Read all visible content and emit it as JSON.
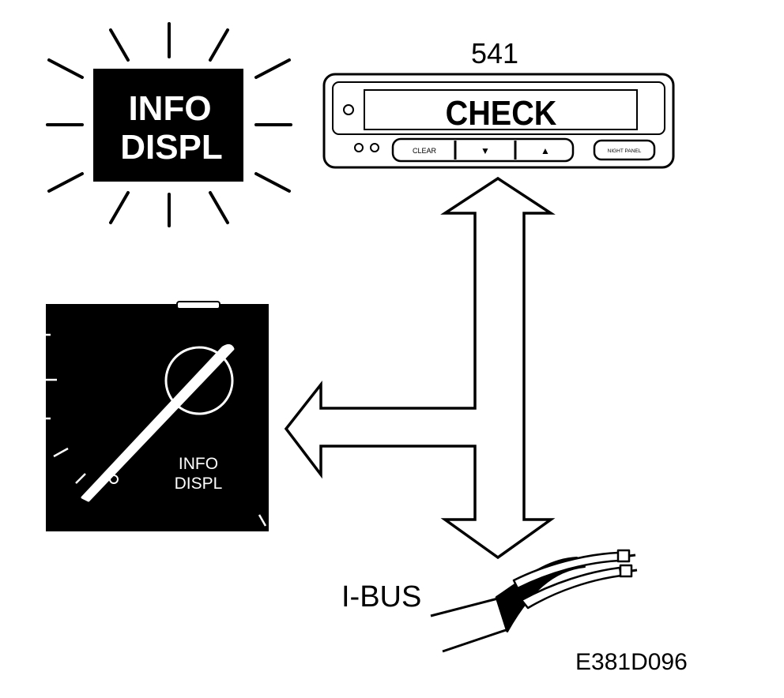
{
  "warning_lamp": {
    "line1": "INFO",
    "line2": "DISPL"
  },
  "display_unit": {
    "ref_number": "541",
    "screen_text": "CHECK",
    "buttons": {
      "clear": "CLEAR",
      "down": "▼",
      "up": "▲",
      "night_panel": "NIGHT PANEL"
    }
  },
  "gauge": {
    "line1": "INFO",
    "line2": "DISPL"
  },
  "bus": {
    "label": "I-BUS"
  },
  "figure_code": "E381D096"
}
